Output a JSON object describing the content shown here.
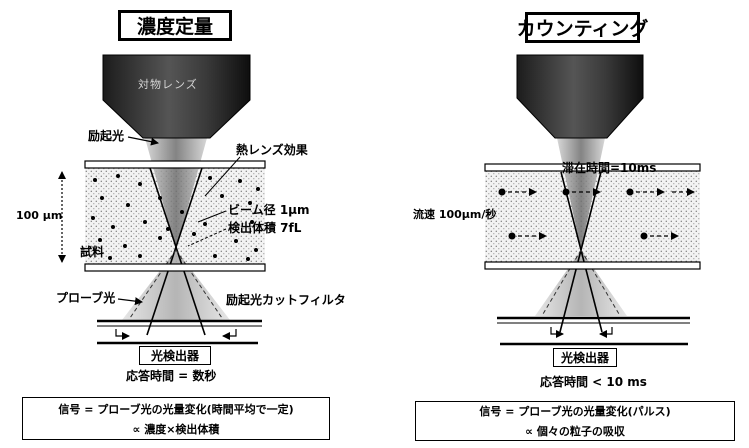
{
  "panels": {
    "left": {
      "title": "濃度定量",
      "lens_label": "対物レンズ",
      "excitation_label": "励起光",
      "thermal_lens_label": "熱レンズ効果",
      "channel_height_label": "100 μm",
      "beam_diameter_label": "ビーム径 1μm",
      "detection_volume_label": "検出体積 7fL",
      "sample_label": "試料",
      "probe_label": "プローブ光",
      "filter_label": "励起光カットフィルタ",
      "detector_label": "光検出器",
      "response_time": "応答時間 = 数秒",
      "signal_line1": "信号 = プローブ光の光量変化(時間平均で一定)",
      "signal_line2": "∝ 濃度×検出体積"
    },
    "right": {
      "title": "カウンティング",
      "dwell_time_label": "滞在時間=10ms",
      "flow_rate_label": "流速 100μm/秒",
      "detector_label": "光検出器",
      "response_time": "応答時間 < 10 ms",
      "signal_line1": "信号 = プローブ光の光量変化(パルス)",
      "signal_line2": "∝ 個々の粒子の吸収"
    }
  },
  "colors": {
    "ink": "#000000",
    "lens": "#2a2a2a",
    "beam": "#9a9a9a",
    "background": "#ffffff"
  }
}
